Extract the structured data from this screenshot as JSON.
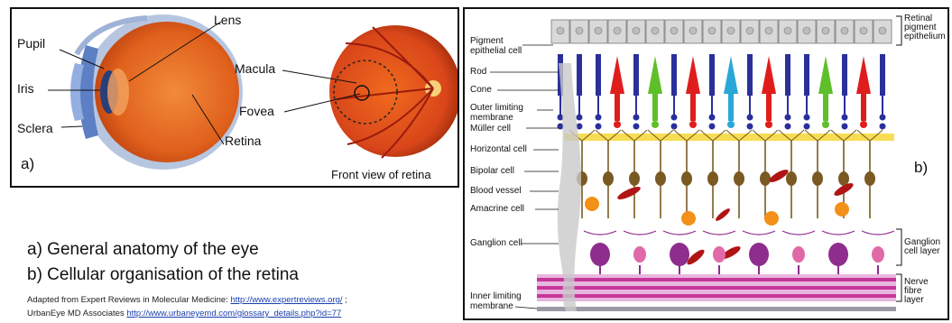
{
  "panel_a": {
    "letter": "a)",
    "labels": {
      "pupil": "Pupil",
      "iris": "Iris",
      "sclera": "Sclera",
      "lens": "Lens",
      "retina": "Retina",
      "macula": "Macula",
      "fovea": "Fovea"
    },
    "retina_caption": "Front view of retina"
  },
  "panel_b": {
    "letter": "b)",
    "left_labels": {
      "pigment": "Pigment\nepithelial cell",
      "rod": "Rod",
      "cone": "Cone",
      "olm": "Outer limiting\nmembrane",
      "muller": "Müller cell",
      "horizontal": "Horizontal cell",
      "bipolar": "Bipolar cell",
      "vessel": "Blood vessel",
      "amacrine": "Amacrine cell",
      "ganglion": "Ganglion cell",
      "ilm": "Inner limiting\nmembrane"
    },
    "right_labels": {
      "rpe": "Retinal\npigment\nepithelium",
      "gcl": "Ganglion\ncell layer",
      "nfl": "Nerve fibre\nlayer"
    }
  },
  "caption": {
    "line_a": "a) General anatomy of the eye",
    "line_b": "b) Cellular organisation of the retina",
    "source_prefix": "Adapted from  Expert Reviews in Molecular Medicine: ",
    "source_link_1": "http://www.expertreviews.org/",
    "source_sep": " ;",
    "source2_prefix": "UrbanEye MD Associates ",
    "source_link_2": "http://www.urbaneyemd.com/glossary_details.php?id=77"
  },
  "colors": {
    "eye_orange": "#e8631c",
    "retina_red": "#d9431a",
    "rod_blue": "#2b2f9a",
    "cone_red": "#e01d1d",
    "cone_green": "#5fbf2a",
    "cone_cyan": "#2aa7d6",
    "bipolar_brown": "#7a5a22",
    "ganglion_purple": "#8e2d8e",
    "nerve_magenta": "#c8359a"
  }
}
